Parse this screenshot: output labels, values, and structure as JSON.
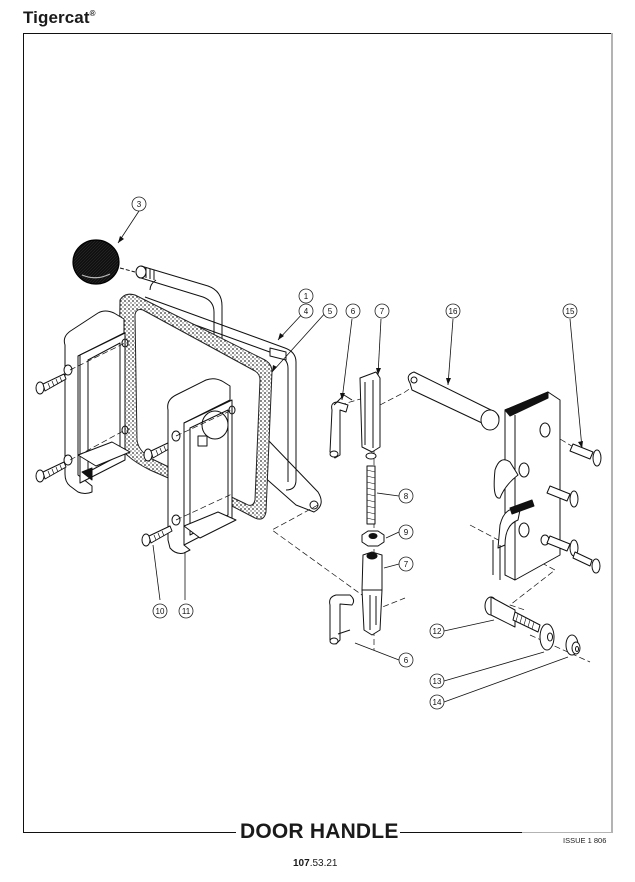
{
  "header": {
    "brand": "Tigercat",
    "brand_mark": "®"
  },
  "footer": {
    "title": "DOOR HANDLE",
    "issue": "ISSUE 1 806",
    "page_number_bold": "107",
    "page_number_rest": ".53.21"
  },
  "diagram": {
    "callouts": [
      {
        "id": "1",
        "label": "1"
      },
      {
        "id": "3",
        "label": "3"
      },
      {
        "id": "4",
        "label": "4"
      },
      {
        "id": "5",
        "label": "5"
      },
      {
        "id": "6a",
        "label": "6"
      },
      {
        "id": "6b",
        "label": "6"
      },
      {
        "id": "7a",
        "label": "7"
      },
      {
        "id": "7b",
        "label": "7"
      },
      {
        "id": "8",
        "label": "8"
      },
      {
        "id": "9",
        "label": "9"
      },
      {
        "id": "10",
        "label": "10"
      },
      {
        "id": "11",
        "label": "11"
      },
      {
        "id": "12",
        "label": "12"
      },
      {
        "id": "13",
        "label": "13"
      },
      {
        "id": "14",
        "label": "14"
      },
      {
        "id": "15",
        "label": "15"
      },
      {
        "id": "16",
        "label": "16"
      }
    ]
  }
}
